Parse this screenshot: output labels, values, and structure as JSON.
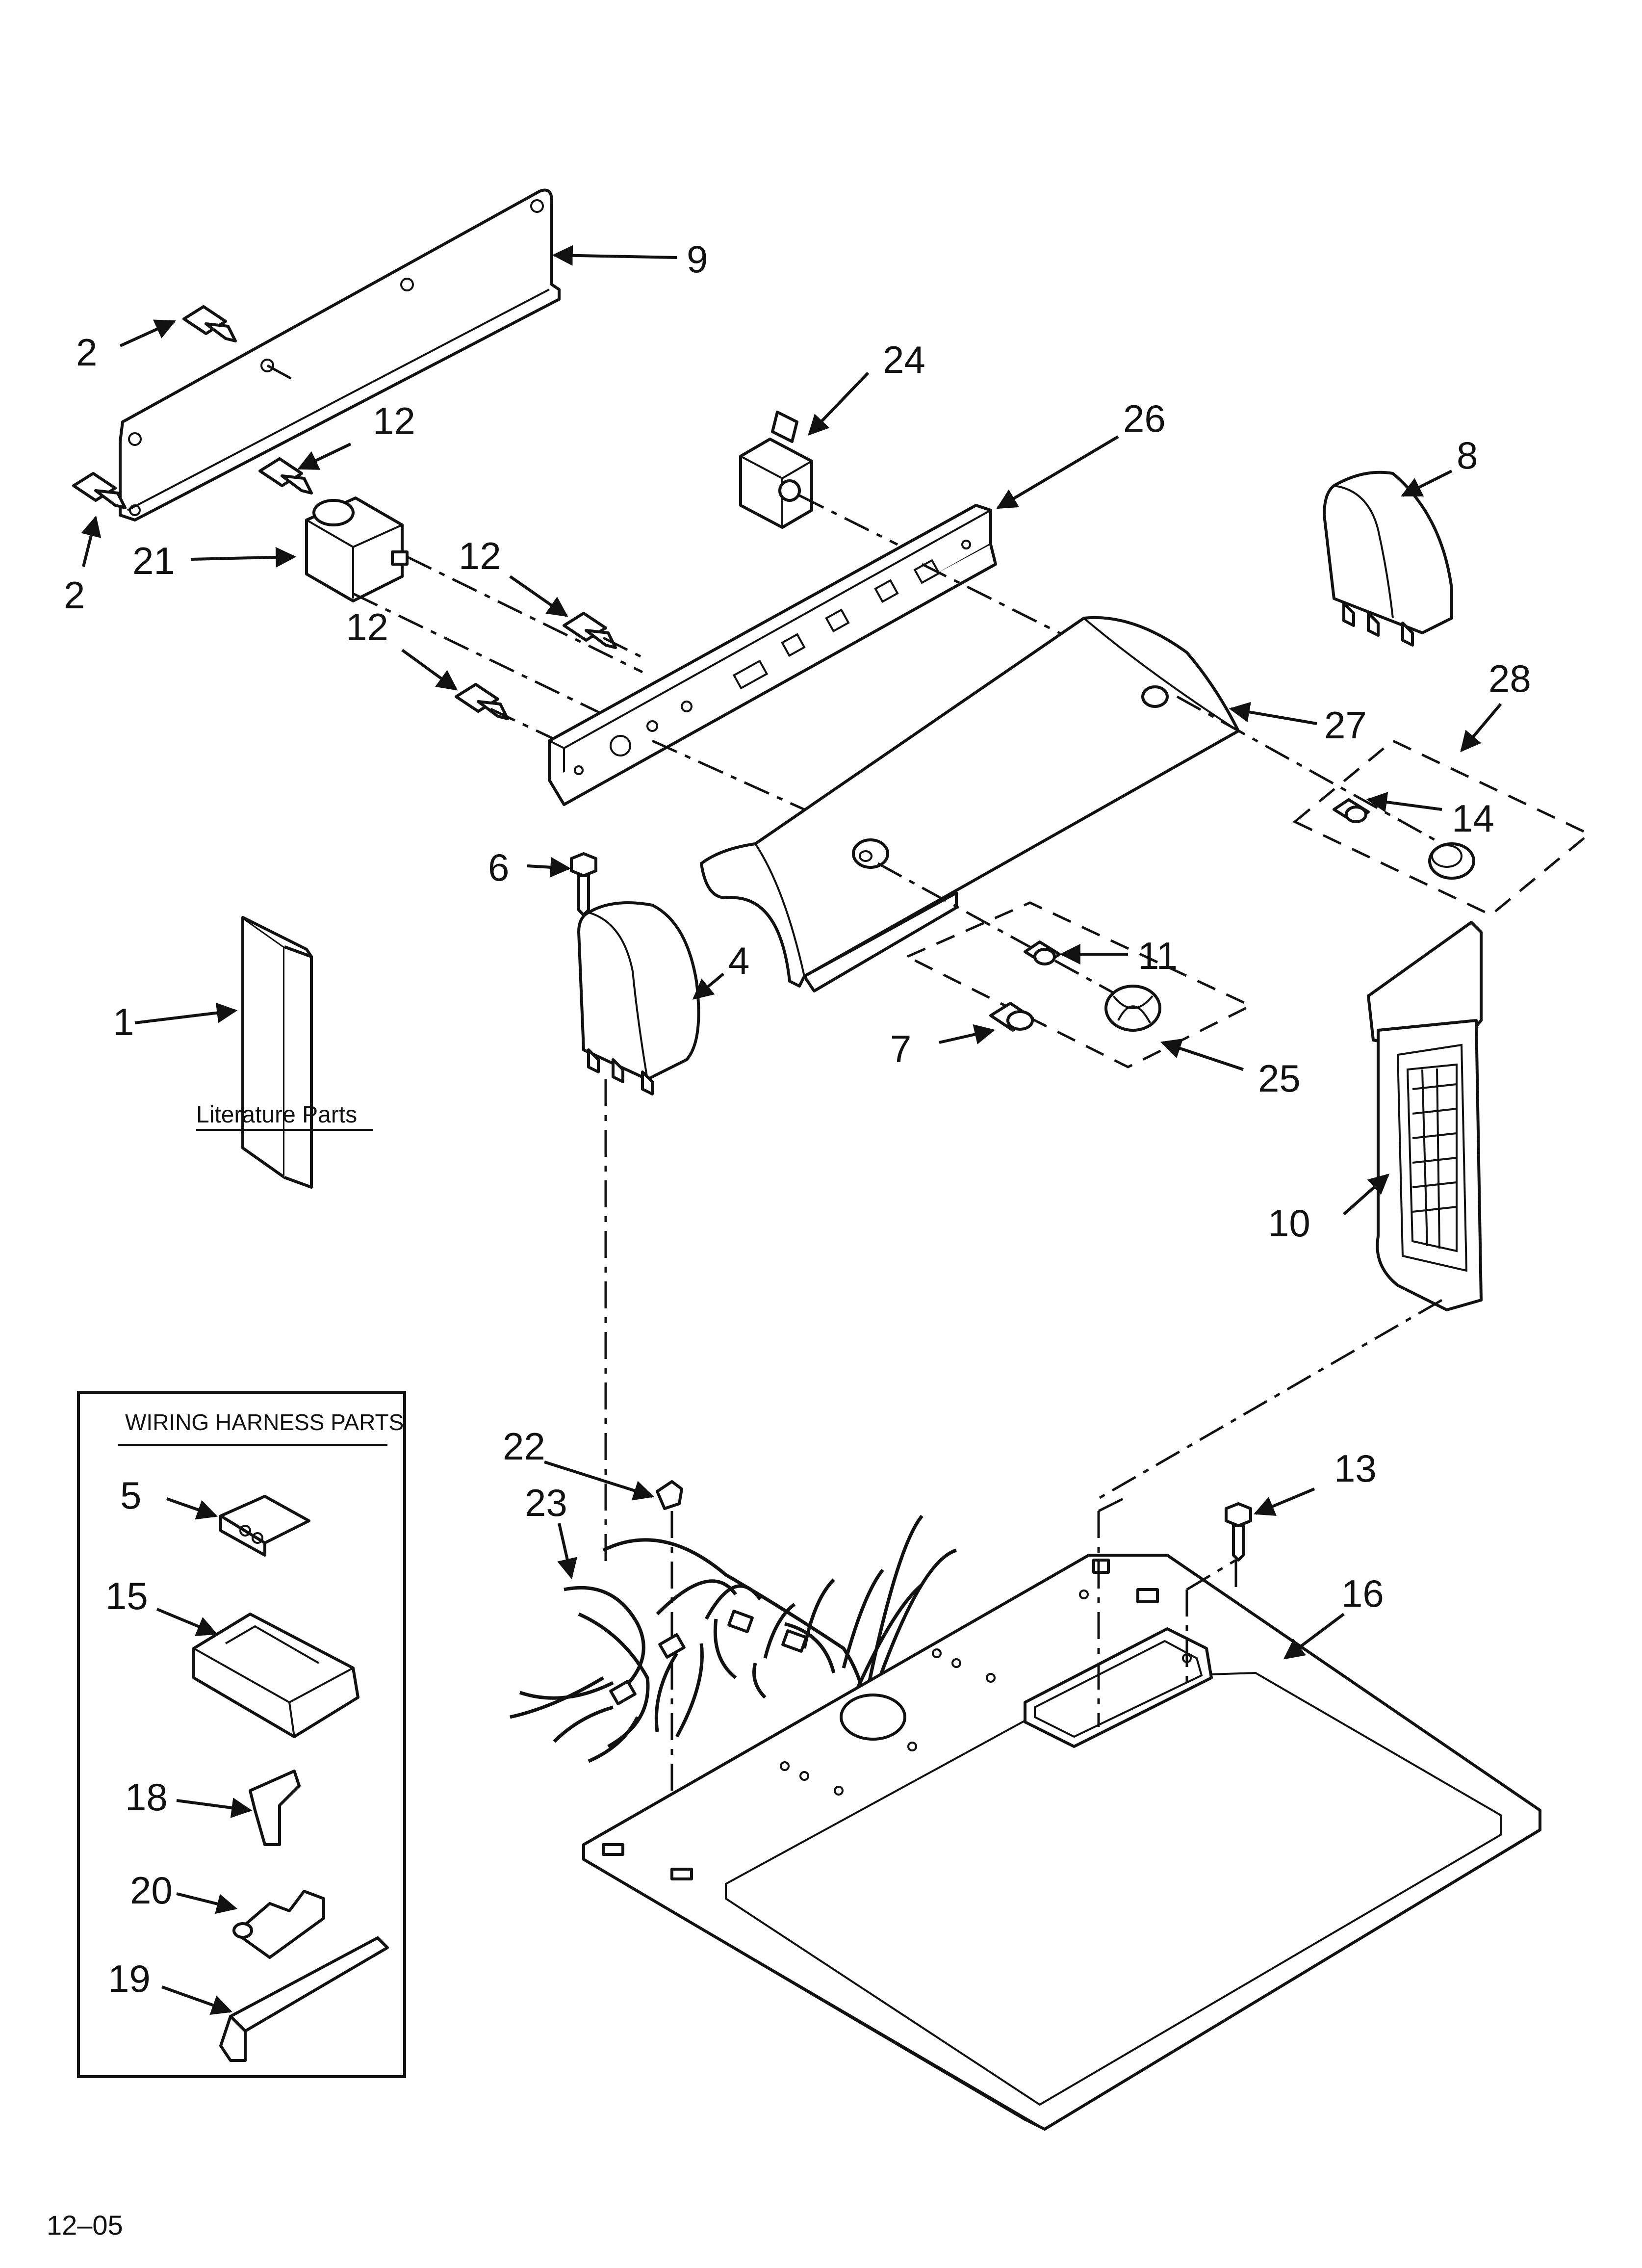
{
  "callouts": {
    "c1": "1",
    "c2a": "2",
    "c2b": "2",
    "c4": "4",
    "c5": "5",
    "c6": "6",
    "c7": "7",
    "c8": "8",
    "c9": "9",
    "c10": "10",
    "c11": "11",
    "c12a": "12",
    "c12b": "12",
    "c12c": "12",
    "c13": "13",
    "c14": "14",
    "c15": "15",
    "c16": "16",
    "c18": "18",
    "c19": "19",
    "c20": "20",
    "c21": "21",
    "c22": "22",
    "c23": "23",
    "c24": "24",
    "c25": "25",
    "c26": "26",
    "c27": "27",
    "c28": "28"
  },
  "labels": {
    "literature_parts": "Literature Parts",
    "wiring_harness_parts": "WIRING HARNESS PARTS"
  },
  "footer": {
    "code": "12–05"
  }
}
